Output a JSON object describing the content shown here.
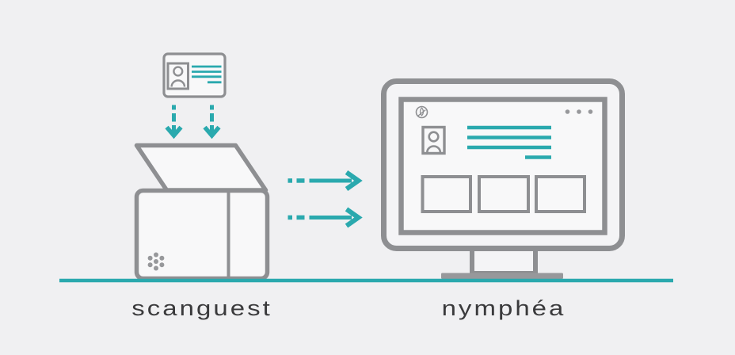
{
  "colors": {
    "bg": "#f0f0f2",
    "teal": "#2aa9ae",
    "gray": "#8e8f92",
    "dot_gray": "#97989b",
    "fill": "#f4f4f6",
    "screen": "#f8f8f9",
    "text": "#3a3a3c"
  },
  "labels": {
    "scanner": "scanguest",
    "monitor": "nymphéa"
  },
  "icons": {
    "id_card": "id-card-icon",
    "down_arrows": "dashed-down-arrow-icon",
    "scanner": "scanner-device-icon",
    "right_arrows": "dashed-right-arrow-icon",
    "monitor": "monitor-icon",
    "logo": "nymphea-logo-icon",
    "menu_dots": "menu-dots-icon",
    "user_photo": "user-photo-icon",
    "speaker_dots": "speaker-grill-dots-icon",
    "ground": "ground-line"
  }
}
